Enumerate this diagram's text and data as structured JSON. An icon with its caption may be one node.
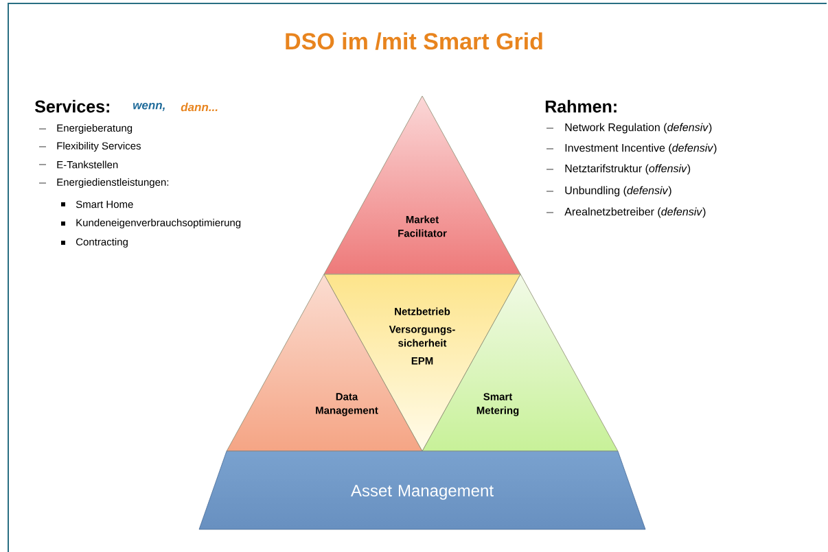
{
  "diagram": {
    "title": "DSO im /mit Smart Grid",
    "nodes": [
      {
        "text": [
          "Market Facilitator"
        ]
      },
      {
        "text": [
          "Netzbetrieb",
          "Versorgungs- sicherheit",
          "EPM"
        ]
      },
      {
        "text": [
          "Data Management"
        ]
      },
      {
        "text": [
          "Smart Metering"
        ]
      },
      {
        "text": [
          "Asset Management"
        ]
      }
    ],
    "labels": [
      "Services:",
      "wenn,",
      "dann...",
      "Energieberatung",
      "Flexibility Services",
      "E-Tankstellen",
      "Energiedienstleistungen:",
      "Smart Home",
      "Kundeneigenverbrauchsoptimierung",
      "Contracting",
      "Rahmen:",
      "Network Regulation (*defensiv*)",
      "Investment Incentive (*defensiv*)",
      "Netztarifstruktur (*offensiv*)",
      "Unbundling (*defensiv*)",
      "Arealnetzbetreiber (*defensiv*)"
    ]
  }
}
